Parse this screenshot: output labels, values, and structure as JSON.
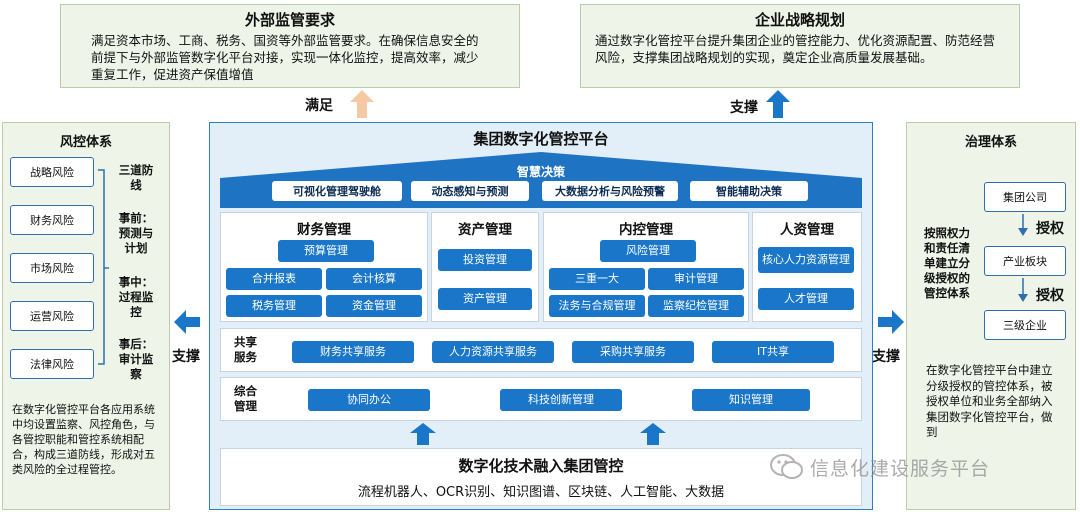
{
  "top_left": {
    "title": "外部监管要求",
    "text": "满足资本市场、工商、税务、国资等外部监管要求。在确保信息安全的前提下与外部监管数字化平台对接，实现一体化监控，提高效率，减少重复工作，促进资产保值增值",
    "arrow_label": "满足"
  },
  "top_right": {
    "title": "企业战略规划",
    "text": "通过数字化管控平台提升集团企业的管控能力、优化资源配置、防范经营风险，支撑集团战略规划的实现，奠定企业高质量发展基础。",
    "arrow_label": "支撑"
  },
  "left": {
    "title": "风控体系",
    "risks": [
      "战略风险",
      "财务风险",
      "市场风险",
      "运营风险",
      "法律风险"
    ],
    "stages": [
      "三道防线",
      "事前：预测与计划",
      "事中：过程监控",
      "事后：审计监察"
    ],
    "desc": "在数字化管控平台各应用系统中均设置监察、风控角色，与各管控职能和管控系统相配合，构成三道防线，形成对五类风险的全过程管控。",
    "arrow_label": "支撑"
  },
  "right": {
    "title": "治理体系",
    "side_text": "按照权力和责任清单建立分级授权的管控体系",
    "levels": [
      "集团公司",
      "产业板块",
      "三级企业"
    ],
    "auth_label": "授权",
    "desc": "在数字化管控平台中建立分级授权的管控体系，被授权单位和业务全部纳入集团数字化管控平台，做到",
    "arrow_label": "支撑"
  },
  "center": {
    "title": "集团数字化管控平台",
    "decision": {
      "title": "智慧决策",
      "items": [
        "可视化管理驾驶舱",
        "动态感知与预测",
        "大数据分析与风险预警",
        "智能辅助决策"
      ]
    },
    "modules": [
      {
        "title": "财务管理",
        "items": [
          "预算管理",
          "合并报表",
          "会计核算",
          "税务管理",
          "资金管理"
        ]
      },
      {
        "title": "资产管理",
        "items": [
          "投资管理",
          "资产管理"
        ]
      },
      {
        "title": "内控管理",
        "items": [
          "风险管理",
          "三重一大",
          "审计管理",
          "法务与合规管理",
          "监察纪检管理"
        ]
      },
      {
        "title": "人资管理",
        "items": [
          "核心人力资源管理",
          "人才管理"
        ]
      }
    ],
    "shared": {
      "label": "共享服务",
      "items": [
        "财务共享服务",
        "人力资源共享服务",
        "采购共享服务",
        "IT共享"
      ]
    },
    "general": {
      "label": "综合管理",
      "items": [
        "协同办公",
        "科技创新管理",
        "知识管理"
      ]
    },
    "tech": {
      "title": "数字化技术融入集团管控",
      "subtitle": "流程机器人、OCR识别、知识图谱、区块链、人工智能、大数据"
    }
  },
  "watermark": "信息化建设服务平台",
  "colors": {
    "blue": "#1976c8",
    "dark_blue": "#0d3f7a",
    "green_bg": "#eef4e8",
    "peach": "#f6c9a5"
  }
}
